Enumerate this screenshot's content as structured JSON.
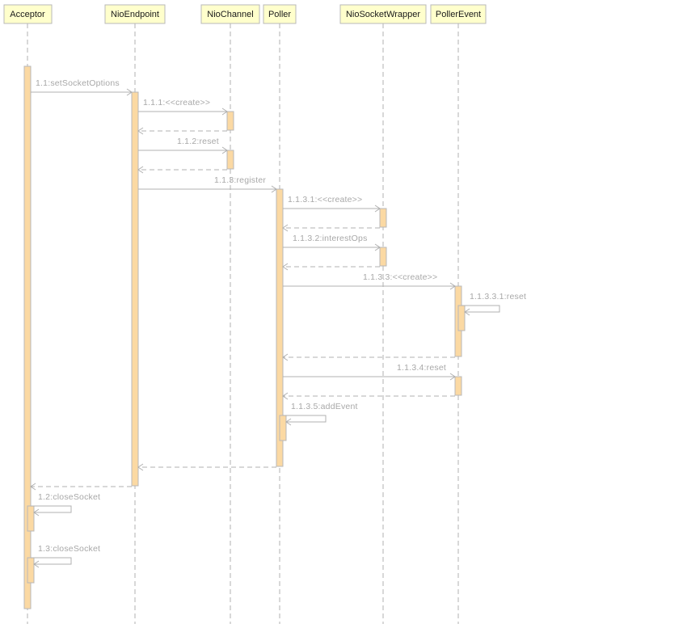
{
  "participants": [
    {
      "id": "acceptor",
      "label": "Acceptor"
    },
    {
      "id": "nioendpoint",
      "label": "NioEndpoint"
    },
    {
      "id": "niochannel",
      "label": "NioChannel"
    },
    {
      "id": "poller",
      "label": "Poller"
    },
    {
      "id": "niosocketwrapper",
      "label": "NioSocketWrapper"
    },
    {
      "id": "pollerevent",
      "label": "PollerEvent"
    }
  ],
  "messages": [
    {
      "label": "1.1:setSocketOptions"
    },
    {
      "label": "1.1.1:<<create>>"
    },
    {
      "label": "1.1.2:reset"
    },
    {
      "label": "1.1.3:register"
    },
    {
      "label": "1.1.3.1:<<create>>"
    },
    {
      "label": "1.1.3.2:interestOps"
    },
    {
      "label": "1.1.3.3:<<create>>"
    },
    {
      "label": "1.1.3.3.1:reset"
    },
    {
      "label": "1.1.3.4:reset"
    },
    {
      "label": "1.1.3.5:addEvent"
    },
    {
      "label": "1.2:closeSocket"
    },
    {
      "label": "1.3:closeSocket"
    }
  ]
}
